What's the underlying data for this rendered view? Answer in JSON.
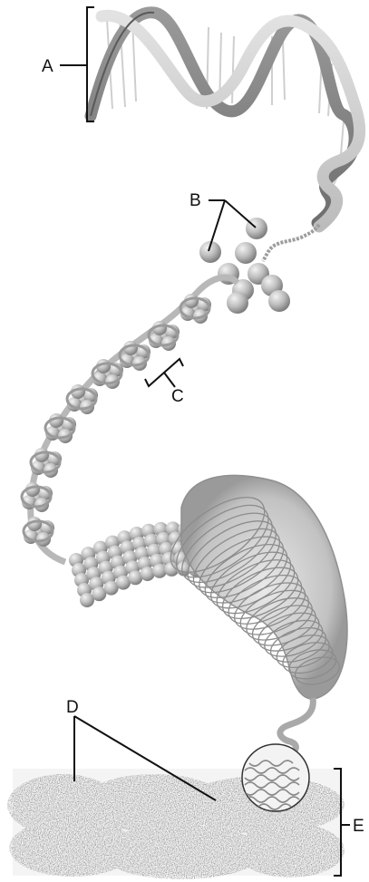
{
  "labels": {
    "a": "A",
    "b": "B",
    "c": "C",
    "d": "D",
    "e": "E"
  },
  "colors": {
    "background": "#ffffff",
    "strand_dark": "#8a8a8a",
    "strand_light": "#cfcfcf",
    "histone": "#bdbdbd",
    "histone_shade": "#7e7e7e",
    "chromatin": "#555555",
    "line": "#111111"
  }
}
